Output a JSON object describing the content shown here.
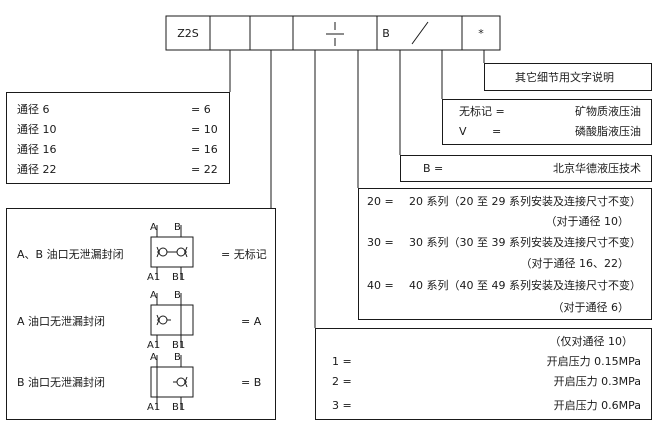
{
  "model_code": {
    "prefix": "Z2S",
    "b_field": "B",
    "star_field": "*"
  },
  "details_note": "其它细节用文字说明",
  "seals_box": {
    "rows": [
      {
        "label": "无标记 =",
        "value": "矿物质液压油"
      },
      {
        "label": "V　　 =",
        "value": "磷酸脂液压油"
      }
    ]
  },
  "tech_box": {
    "label": "B =",
    "value": "北京华德液压技术"
  },
  "size_box": {
    "rows": [
      {
        "label": "通径 6",
        "eq": "= 6"
      },
      {
        "label": "通径 10",
        "eq": "= 10"
      },
      {
        "label": "通径 16",
        "eq": "= 16"
      },
      {
        "label": "通径 22",
        "eq": "= 22"
      }
    ]
  },
  "series_box": {
    "rows": [
      {
        "label": "20 =",
        "value": "20 系列（20 至 29 系列安装及连接尺寸不变）",
        "sub": "（对于通径 10）"
      },
      {
        "label": "30 =",
        "value": "30 系列（30 至 39 系列安装及连接尺寸不变）",
        "sub": "（对于通径 16、22）"
      },
      {
        "label": "40 =",
        "value": "40 系列（40 至 49 系列安装及连接尺寸不变）",
        "sub": "（对于通径 6）"
      }
    ]
  },
  "pressure_box": {
    "header": "（仅对通径 10）",
    "rows": [
      {
        "label": "1 =",
        "value": "开启压力 0.15MPa"
      },
      {
        "label": "2 =",
        "value": "开启压力 0.3MPa"
      },
      {
        "label": "3 =",
        "value": "开启压力 0.6MPa"
      }
    ]
  },
  "check_box": {
    "rows": [
      {
        "label": "A、B 油口无泄漏封闭",
        "eq": "= 无标记"
      },
      {
        "label": "A 油口无泄漏封闭",
        "eq": "= A"
      },
      {
        "label": "B 油口无泄漏封闭",
        "eq": "= B"
      }
    ],
    "port_top_a": "A",
    "port_top_b": "B",
    "port_bot_a": "A1",
    "port_bot_b": "B1"
  }
}
